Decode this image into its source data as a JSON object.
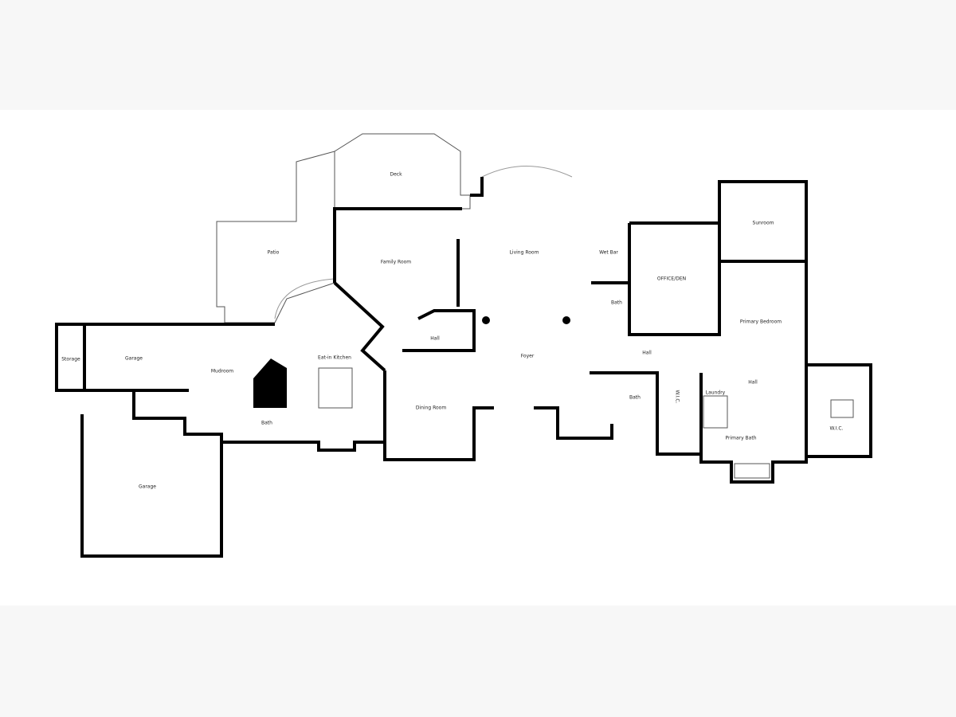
{
  "floor_plan": {
    "rooms": [
      {
        "id": "deck",
        "label": "Deck"
      },
      {
        "id": "patio",
        "label": "Patio"
      },
      {
        "id": "family_room",
        "label": "Family Room"
      },
      {
        "id": "living_room",
        "label": "Living Room"
      },
      {
        "id": "wet_bar",
        "label": "Wet Bar"
      },
      {
        "id": "office",
        "label": "OFFICE/DEN"
      },
      {
        "id": "sunroom",
        "label": "Sunroom"
      },
      {
        "id": "primary_bedroom",
        "label": "Primary Bedroom"
      },
      {
        "id": "bath_wetbar",
        "label": "Bath"
      },
      {
        "id": "hall_west",
        "label": "Hall"
      },
      {
        "id": "hall_center",
        "label": "Hall"
      },
      {
        "id": "foyer",
        "label": "Foyer"
      },
      {
        "id": "kitchen",
        "label": "Eat-in Kitchen"
      },
      {
        "id": "storage",
        "label": "Storage"
      },
      {
        "id": "garage_small",
        "label": "Garage"
      },
      {
        "id": "mudroom",
        "label": "Mudroom"
      },
      {
        "id": "dining_room",
        "label": "Dining Room"
      },
      {
        "id": "bath_mud",
        "label": "Bath"
      },
      {
        "id": "bath_hall",
        "label": "Bath"
      },
      {
        "id": "wic_hall",
        "label": "W.I.C."
      },
      {
        "id": "laundry",
        "label": "Laundry"
      },
      {
        "id": "hall_primary",
        "label": "Hall"
      },
      {
        "id": "primary_bath",
        "label": "Primary Bath"
      },
      {
        "id": "wic_primary",
        "label": "W.I.C."
      },
      {
        "id": "garage_large",
        "label": "Garage"
      }
    ]
  }
}
